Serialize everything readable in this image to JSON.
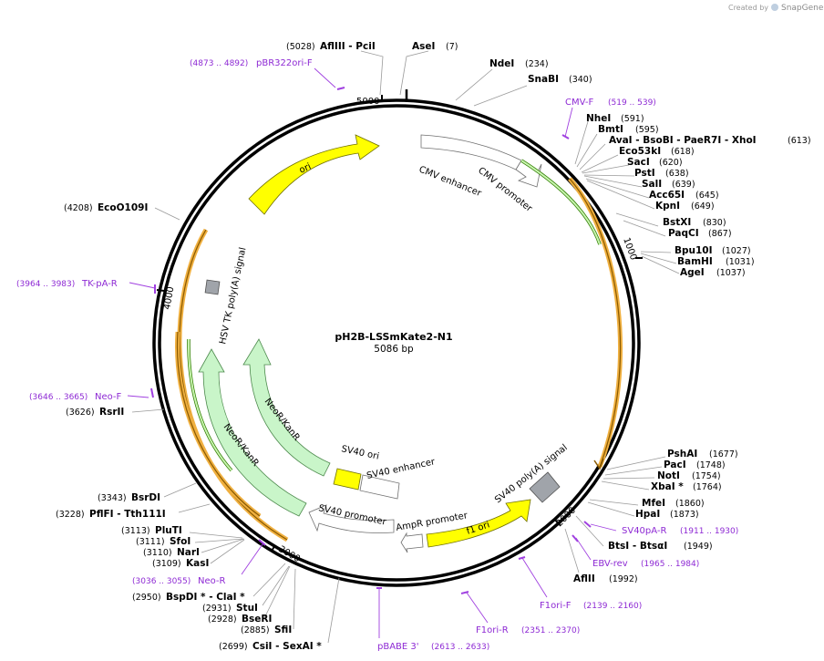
{
  "credit": {
    "prefix": "Created by",
    "brand": "SnapGene"
  },
  "plasmid": {
    "name": "pH2B-LSSmKate2-N1",
    "size": "5086 bp"
  },
  "ring_ticks": [
    "5000",
    "1000",
    "2000",
    "3000",
    "4000"
  ],
  "features": {
    "cmv_enhancer": "CMV enhancer",
    "cmv_promoter": "CMV promoter",
    "ori": "ori",
    "hsv_tk": "HSV TK poly(A) signal",
    "neo_outer": "NeoR/KanR",
    "neo_inner": "NeoR/KanR",
    "sv40_ori": "SV40 ori",
    "sv40_enhancer": "SV40 enhancer",
    "sv40_promoter": "SV40 promoter",
    "ampr_promoter": "AmpR promoter",
    "f1_ori": "f1 ori",
    "sv40_polya": "SV40 poly(A) signal"
  },
  "enzymes": [
    {
      "pos": "(5028)",
      "label": "AflIII  - PciI"
    },
    {
      "label": "AseI",
      "pos": "(7)"
    },
    {
      "label": "NdeI",
      "pos": "(234)"
    },
    {
      "label": "SnaBI",
      "pos": "(340)"
    },
    {
      "label": "NheI",
      "pos": "(591)"
    },
    {
      "label": "BmtI",
      "pos": "(595)"
    },
    {
      "label": "AvaI  - BsoBI  - PaeR7I  - XhoI",
      "pos": "(613)"
    },
    {
      "label": "Eco53kI",
      "pos": "(618)"
    },
    {
      "label": "SacI",
      "pos": "(620)"
    },
    {
      "label": "PstI",
      "pos": "(638)"
    },
    {
      "label": "SalI",
      "pos": "(639)"
    },
    {
      "label": "Acc65I",
      "pos": "(645)"
    },
    {
      "label": "KpnI",
      "pos": "(649)"
    },
    {
      "label": "BstXI",
      "pos": "(830)"
    },
    {
      "label": "PaqCI",
      "pos": "(867)"
    },
    {
      "label": "Bpu10I",
      "pos": "(1027)"
    },
    {
      "label": "BamHI",
      "pos": "(1031)"
    },
    {
      "label": "AgeI",
      "pos": "(1037)"
    },
    {
      "label": "PshAI",
      "pos": "(1677)"
    },
    {
      "label": "PacI",
      "pos": "(1748)"
    },
    {
      "label": "NotI",
      "pos": "(1754)"
    },
    {
      "label": "XbaI *",
      "pos": "(1764)"
    },
    {
      "label": "MfeI",
      "pos": "(1860)"
    },
    {
      "label": "HpaI",
      "pos": "(1873)"
    },
    {
      "label": "BtsI  - BtsαI",
      "pos": "(1949)"
    },
    {
      "label": "AflII",
      "pos": "(1992)"
    },
    {
      "pos": "(4208)",
      "label": "EcoO109I"
    },
    {
      "pos": "(3626)",
      "label": "RsrII"
    },
    {
      "pos": "(3343)",
      "label": "BsrDI"
    },
    {
      "pos": "(3228)",
      "label": "PflFI  - Tth111I"
    },
    {
      "pos": "(3113)",
      "label": "PluTI"
    },
    {
      "pos": "(3111)",
      "label": "SfoI"
    },
    {
      "pos": "(3110)",
      "label": "NarI"
    },
    {
      "pos": "(3109)",
      "label": "KasI"
    },
    {
      "pos": "(2950)",
      "label": "BspDI *  - ClaI *"
    },
    {
      "pos": "(2931)",
      "label": "StuI"
    },
    {
      "pos": "(2928)",
      "label": "BseRI"
    },
    {
      "pos": "(2885)",
      "label": "SfiI"
    },
    {
      "pos": "(2699)",
      "label": "CsiI  - SexAI *"
    }
  ],
  "primers": [
    {
      "range": "(4873 .. 4892)",
      "name": "pBR322ori-F"
    },
    {
      "name": "CMV-F",
      "range": "(519 .. 539)"
    },
    {
      "range": "(3964 .. 3983)",
      "name": "TK-pA-R"
    },
    {
      "range": "(3646 .. 3665)",
      "name": "Neo-F"
    },
    {
      "range": "(3036 .. 3055)",
      "name": "Neo-R"
    },
    {
      "name": "SV40pA-R",
      "range": "(1911 .. 1930)"
    },
    {
      "name": "EBV-rev",
      "range": "(1965 .. 1984)"
    },
    {
      "name": "F1ori-F",
      "range": "(2139 .. 2160)"
    },
    {
      "name": "F1ori-R",
      "range": "(2351 .. 2370)"
    },
    {
      "name": "pBABE 3'",
      "range": "(2613 .. 2633)"
    }
  ]
}
